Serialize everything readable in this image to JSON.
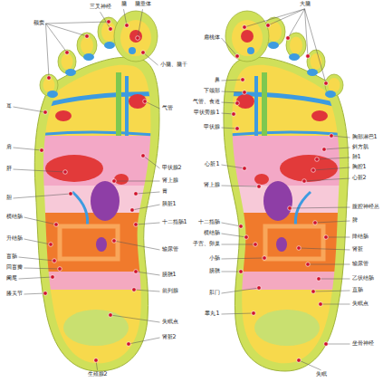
{
  "diagram": {
    "labels": [
      "额窦",
      "脑",
      "三叉神经",
      "脑垂体",
      "小脑、脑干",
      "耳",
      "肩",
      "肝",
      "胆",
      "横结肠",
      "升结肠",
      "盲肠",
      "回盲瓣",
      "阑尾",
      "膝关节",
      "气管",
      "甲状腺2",
      "肾上腺",
      "胃",
      "胰脏1",
      "十二指肠1",
      "输尿管",
      "膀胱1",
      "前列腺",
      "失眠点",
      "肾脏2",
      "生殖腺2",
      "大脑",
      "扁桃体",
      "鼻",
      "下颌部",
      "气管、食道",
      "甲状旁腺1",
      "甲状腺",
      "心脏1",
      "肾上腺",
      "十二指肠",
      "横结肠",
      "子宫、卵巢",
      "小肠",
      "膀胱",
      "肛门",
      "睾丸1",
      "胸部淋巴1",
      "斜方肌",
      "肺1",
      "胸腔1",
      "心脏2",
      "腹腔神经丛",
      "脾",
      "降结肠",
      "肾脏",
      "输尿管",
      "乙状结肠",
      "直肠",
      "失眠点",
      "坐骨神经",
      "失眠"
    ]
  }
}
